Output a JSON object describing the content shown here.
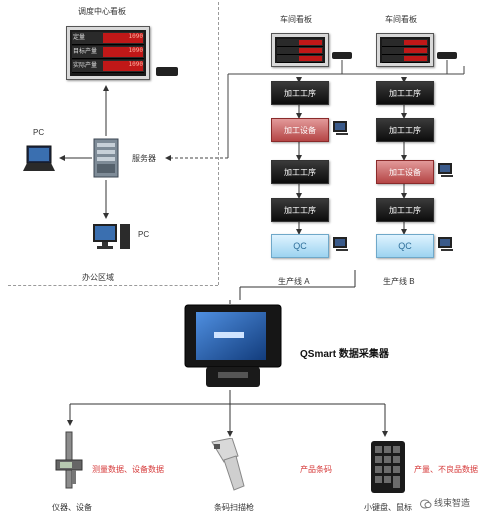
{
  "workshop_board": {
    "title": "调度中心看板",
    "rows": [
      "定量",
      "目标产量",
      "实际产量"
    ],
    "digits": [
      "1090",
      "1090",
      "1090"
    ]
  },
  "line_a": {
    "board_title": "车间看板",
    "label": "生产线 A",
    "stations": [
      "加工工序",
      "加工设备",
      "加工工序",
      "加工工序",
      "QC"
    ]
  },
  "line_b": {
    "board_title": "车间看板",
    "label": "生产线 B",
    "stations": [
      "加工工序",
      "加工工序",
      "加工设备",
      "加工工序",
      "QC"
    ]
  },
  "pc_top_label": "PC",
  "pc_bottom_label": "PC",
  "server_label": "服务器",
  "office_label": "办公区域",
  "collector": {
    "brand": "QSmart",
    "label": "QSmart  数据采集器"
  },
  "peripherals": [
    {
      "name": "仪器、设备",
      "flow_text": "测量数据、设备数据"
    },
    {
      "name": "条码扫描枪",
      "flow_text": "产品条码"
    },
    {
      "name": "小键盘、鼠标",
      "flow_text": "产量、不良品数据"
    }
  ],
  "watermark": "线束智造",
  "colors": {
    "flow_red": "#d63a3a",
    "process_box": "#1a1a1a",
    "equipment_box": "#c45a5a",
    "qc_box": "#a8d9f2"
  }
}
